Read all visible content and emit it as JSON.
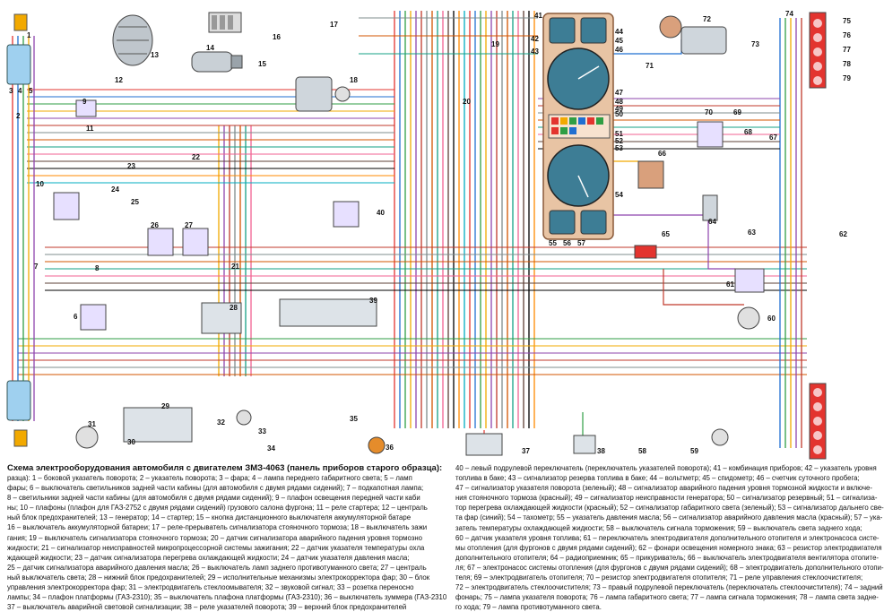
{
  "diagram": {
    "caption_title": "Схема электрооборудования автомобиля с двигателем ЗМЗ-4063 (панель приборов старого образца):",
    "component_numbers": [
      "1",
      "2",
      "3",
      "4",
      "5",
      "6",
      "7",
      "8",
      "9",
      "10",
      "11",
      "12",
      "13",
      "14",
      "15",
      "16",
      "17",
      "18",
      "19",
      "20",
      "21",
      "22",
      "23",
      "24",
      "25",
      "26",
      "27",
      "28",
      "29",
      "30",
      "31",
      "32",
      "33",
      "34",
      "35",
      "36",
      "37",
      "38",
      "39",
      "40",
      "41",
      "42",
      "43",
      "44",
      "45",
      "46",
      "47",
      "48",
      "49",
      "50",
      "51",
      "52",
      "53",
      "54",
      "55",
      "56",
      "57",
      "58",
      "59",
      "60",
      "61",
      "62",
      "63",
      "64",
      "65",
      "66",
      "67",
      "68",
      "69",
      "70",
      "71",
      "72",
      "73",
      "74",
      "75",
      "76",
      "77",
      "78",
      "79"
    ],
    "legend_left": [
      "разца): 1 – боковой указатель поворота; 2 – указатель поворота; 3 – фара; 4 – лампа переднего габаритного света; 5 – ламп",
      "фары; 6 – выключатель светильников задней части кабины (для автомобиля с двумя рядами сидений); 7 – подкапотная лампа;",
      "8 – светильники задней части кабины (для автомобиля с двумя рядами сидений); 9 – плафон освещения передней части каби",
      "ны; 10 – плафоны (плафон для ГАЗ-2752 с двумя рядами сидений) грузового салона фургона; 11 – реле стартера; 12 – централь",
      "ный блок предохранителей; 13 – генератор; 14 – стартер; 15 – кнопка дистанционного выключателя аккумуляторной батаре",
      "16 – выключатель аккумуляторной батареи; 17 – реле-прерыватель сигнализатора стояночного тормоза; 18 – выключатель зажи",
      "гания; 19 – выключатель сигнализатора стояночного тормоза; 20 – датчик сигнализатора аварийного падения уровня тормозно",
      "жидкости; 21 – сигнализатор неисправностей микропроцессорной системы зажигания; 22 – датчик указателя температуры охла",
      "ждающей жидкости; 23 – датчик сигнализатора перегрева охлаждающей жидкости; 24 – датчик указателя давления масла;",
      "25 – датчик сигнализатора аварийного давления масла; 26 – выключатель ламп заднего противотуманного света; 27 – централь",
      "ный выключатель света; 28 – нижний блок предохранителей; 29 – исполнительные механизмы электрокорректора фар; 30 – блок",
      "управления электрокорректора фар; 31 – электродвигатель стеклоомывателя; 32 – звуковой сигнал; 33 – розетка переносно",
      "лампы; 34 – плафон платформы (ГАЗ-2310); 35 – выключатель плафона платформы (ГАЗ-2310); 36 – выключатель зуммера (ГАЗ-2310",
      "37 – выключатель аварийной световой сигнализации; 38 – реле указателей поворота; 39 – верхний блок предохранителей"
    ],
    "legend_right": [
      "40 – левый подрулевой переключатель (переключатель указателей поворота); 41 – комбинация приборов; 42 – указатель уровня",
      "топлива в баке; 43 – сигнализатор резерва топлива в баке; 44 – вольтметр; 45 – спидометр; 46 – счетчик суточного пробега;",
      "47 – сигнализатор указателя поворота (зеленый); 48 – сигнализатор аварийного падения уровня тормозной жидкости и включе-",
      "ния стояночного тормоза (красный); 49 – сигнализатор неисправности генератора; 50 – сигнализатор резервный; 51 – сигнализа-",
      "тор перегрева охлаждающей жидкости (красный); 52 – сигнализатор габаритного света (зеленый); 53 – сигнализатор дальнего све-",
      "та фар (синий); 54 – тахометр; 55 – указатель давления масла; 56 – сигнализатор аварийного давления масла (красный); 57 – ука-",
      "затель температуры охлаждающей жидкости; 58 – выключатель сигнала торможения; 59 – выключатель света заднего хода;",
      "60 – датчик указателя уровня топлива; 61 – переключатель электродвигателя дополнительного отопителя и электронасоса систе-",
      "мы отопления (для фургонов с двумя рядами сидений); 62 – фонари освещения номерного знака; 63 – резистор электродвигателя",
      "дополнительного отопителя; 64 – радиоприемник; 65 – прикуриватель; 66 – выключатель электродвигателя вентилятора отопите-",
      "ля; 67 – электронасос системы отопления (для фургонов с двумя рядами сидений); 68 – электродвигатель дополнительного отопи-",
      "теля; 69 – электродвигатель отопителя; 70 – резистор электродвигателя отопителя; 71 – реле управления стеклоочистителя;",
      "72 – электродвигатель стеклоочистителя; 73 – правый подрулевой переключатель (переключатель стеклоочистителя); 74 – задний",
      "фонарь; 75 – лампа указателя поворота; 76 – лампа габаритного света; 77 – лампа сигнала торможения; 78 – лампа света задне-",
      "го хода; 79 – лампа противотуманного света."
    ],
    "wire_colors": [
      "#e3342f",
      "#1f6fd1",
      "#2f9e44",
      "#f2a900",
      "#8e44ad",
      "#c0392b",
      "#7f8c8d",
      "#d35400",
      "#16a085",
      "#f06292",
      "#5d4037",
      "#000000",
      "#ff8a00",
      "#00acc1"
    ],
    "panel_color": "#e8c4a4",
    "gauge_face_color": "#3d7d95"
  }
}
